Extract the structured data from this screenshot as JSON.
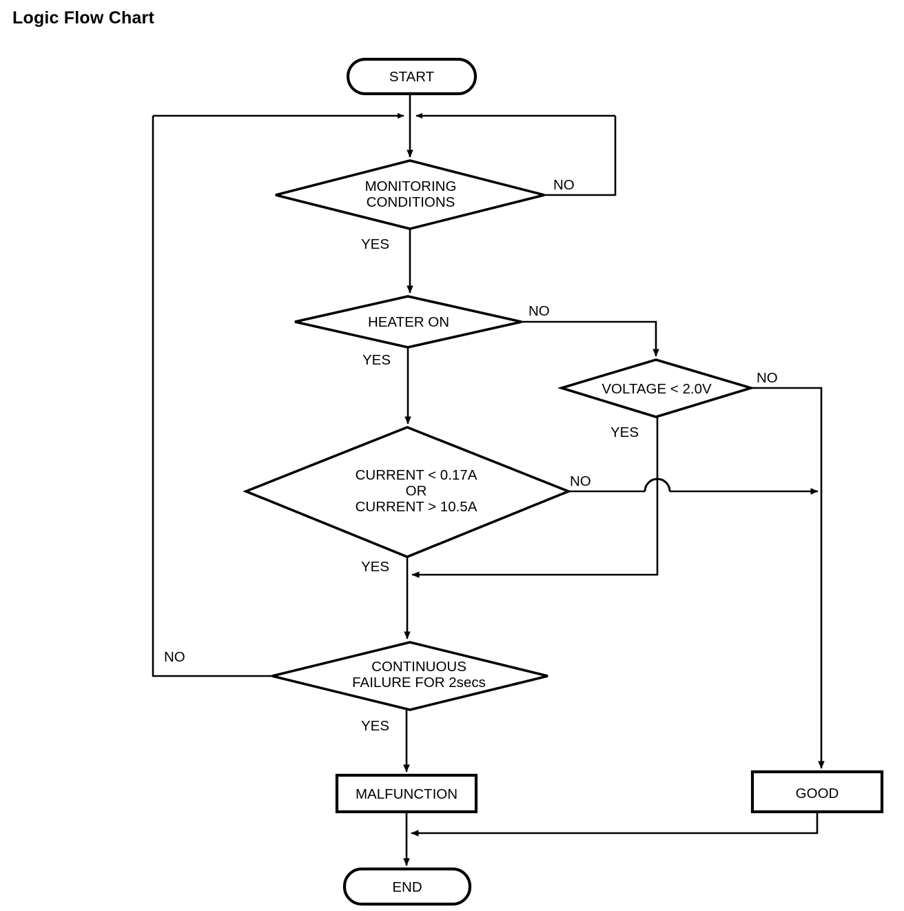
{
  "page": {
    "title": "Logic Flow Chart",
    "background_color": "#ffffff",
    "line_color": "#000000"
  },
  "chart_data": {
    "type": "diagram",
    "diagram_kind": "flowchart",
    "title": "Logic Flow Chart",
    "nodes": [
      {
        "id": "start",
        "shape": "terminator",
        "label": "START"
      },
      {
        "id": "monitoring",
        "shape": "decision",
        "label": "MONITORING\nCONDITIONS",
        "line1": "MONITORING",
        "line2": "CONDITIONS"
      },
      {
        "id": "heater",
        "shape": "decision",
        "label": "HEATER ON"
      },
      {
        "id": "voltage",
        "shape": "decision",
        "label": "VOLTAGE < 2.0V"
      },
      {
        "id": "current",
        "shape": "decision",
        "label": "CURRENT < 0.17A\nOR\nCURRENT > 10.5A",
        "line1": "CURRENT < 0.17A",
        "line2": "OR",
        "line3": "CURRENT > 10.5A"
      },
      {
        "id": "continuous",
        "shape": "decision",
        "label": "CONTINUOUS\nFAILURE FOR 2secs",
        "line1": "CONTINUOUS",
        "line2": "FAILURE FOR 2secs"
      },
      {
        "id": "malfunction",
        "shape": "process",
        "label": "MALFUNCTION"
      },
      {
        "id": "good",
        "shape": "process",
        "label": "GOOD"
      },
      {
        "id": "end",
        "shape": "terminator",
        "label": "END"
      }
    ],
    "edges": [
      {
        "from": "start",
        "to": "monitoring",
        "label": ""
      },
      {
        "from": "monitoring",
        "to": "start_join",
        "label": "NO"
      },
      {
        "from": "monitoring",
        "to": "heater",
        "label": "YES"
      },
      {
        "from": "heater",
        "to": "voltage",
        "label": "NO"
      },
      {
        "from": "heater",
        "to": "current",
        "label": "YES"
      },
      {
        "from": "voltage",
        "to": "good",
        "label": "NO"
      },
      {
        "from": "voltage",
        "to": "current_yes",
        "label": "YES"
      },
      {
        "from": "current",
        "to": "good",
        "label": "NO"
      },
      {
        "from": "current",
        "to": "continuous",
        "label": "YES"
      },
      {
        "from": "continuous",
        "to": "start_join",
        "label": "NO"
      },
      {
        "from": "continuous",
        "to": "malfunction",
        "label": "YES"
      },
      {
        "from": "malfunction",
        "to": "end",
        "label": ""
      },
      {
        "from": "good",
        "to": "end",
        "label": ""
      }
    ],
    "labels": {
      "yes": "YES",
      "no": "NO",
      "monitoring_no": "NO",
      "monitoring_yes": "YES",
      "heater_no": "NO",
      "heater_yes": "YES",
      "voltage_no": "NO",
      "voltage_yes": "YES",
      "current_no": "NO",
      "current_yes": "YES",
      "continuous_no": "NO",
      "continuous_yes": "YES"
    }
  }
}
